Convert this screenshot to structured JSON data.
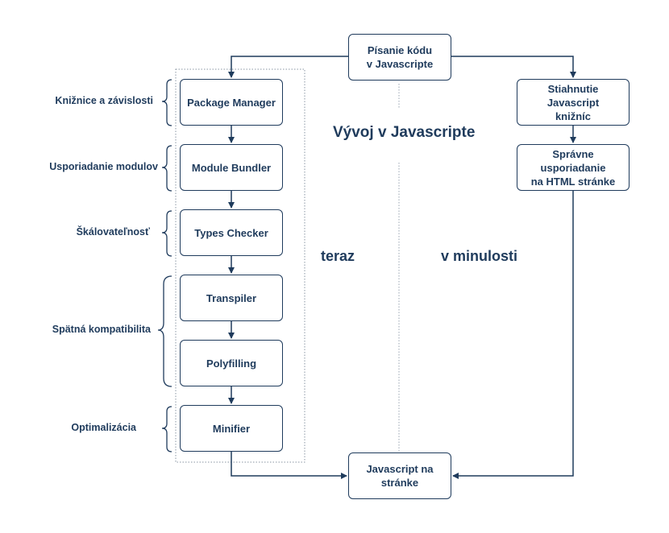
{
  "title": "Vývoj v Javascripte",
  "sections": {
    "now": "teraz",
    "past": "v minulosti"
  },
  "nodes": {
    "writing": "Písanie kódu\nv Javascripte",
    "package_manager": "Package Manager",
    "module_bundler": "Module Bundler",
    "types_checker": "Types Checker",
    "transpiler": "Transpiler",
    "polyfilling": "Polyfilling",
    "minifier": "Minifier",
    "download_libs": "Stiahnutie Javascript\nknižníc",
    "arrange_html": "Správne usporiadanie\nna HTML stránke",
    "js_on_page": "Javascript na\nstránke"
  },
  "categories": {
    "libraries": "Knižnice a závislosti",
    "modules": "Usporiadanie modulov",
    "scalability": "Škálovateľnosť",
    "compatibility": "Spätná kompatibilita",
    "optimization": "Optimalizácia"
  },
  "colors": {
    "primary": "#1f3b5c",
    "divider": "#9aa5b1"
  }
}
